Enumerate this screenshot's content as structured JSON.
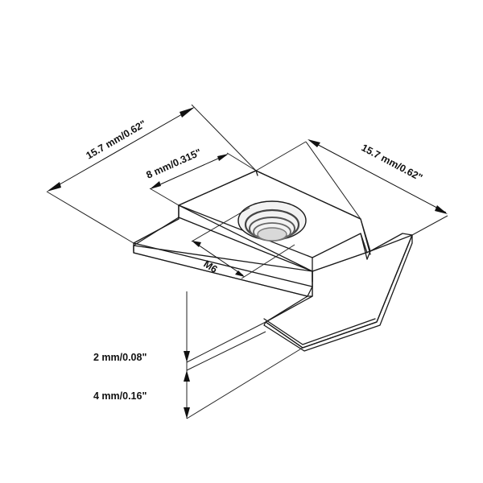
{
  "labels": {
    "length": "15.7 mm/0.62\"",
    "width_top": "8 mm/0.315\"",
    "width_right": "15.7 mm/0.62\"",
    "thread": "M6",
    "thickness_top": "2 mm/0.08\"",
    "thickness_bottom": "4 mm/0.16\""
  },
  "icons": {
    "thread_hole": "threaded-hole-icon"
  }
}
